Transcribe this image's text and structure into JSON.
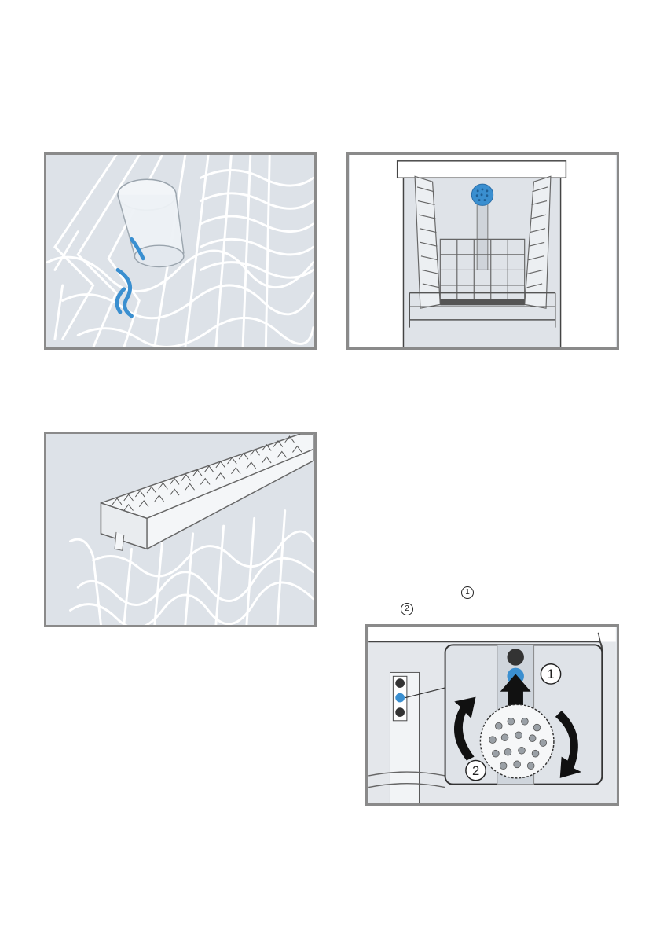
{
  "figures": {
    "glass_holder": {
      "name": "glass-holder-illustration"
    },
    "rack_front": {
      "name": "rack-front-illustration"
    },
    "knife_shelf": {
      "name": "knife-shelf-illustration"
    },
    "spray_head": {
      "name": "spray-head-illustration",
      "step1": "1",
      "step2": "2"
    }
  },
  "callouts": {
    "step1_marker": "1",
    "step2_marker": "2"
  },
  "colors": {
    "accent": "#3a8fd0",
    "frame": "#8a8a8a",
    "panel": "#dfe3e8"
  }
}
